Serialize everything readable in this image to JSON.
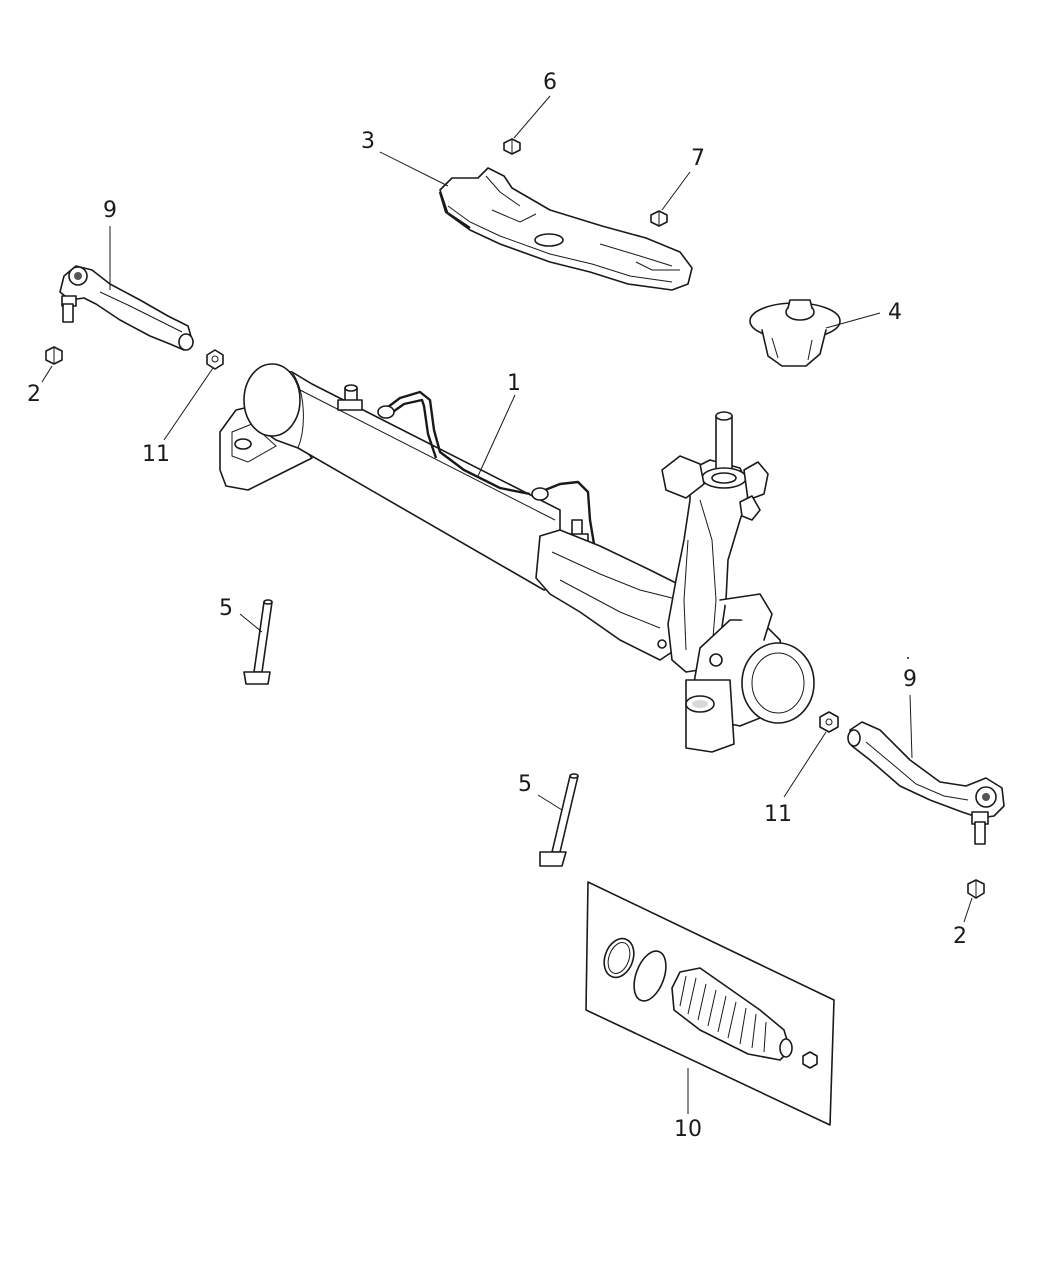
{
  "callouts": {
    "c1": "1",
    "c2_left": "2",
    "c2_right": "2",
    "c3": "3",
    "c4": "4",
    "c5_left": "5",
    "c5_right": "5",
    "c6": "6",
    "c7": "7",
    "c9_left": "9",
    "c9_right": "9",
    "c10": "10",
    "c11_left": "11",
    "c11_right": "11"
  }
}
